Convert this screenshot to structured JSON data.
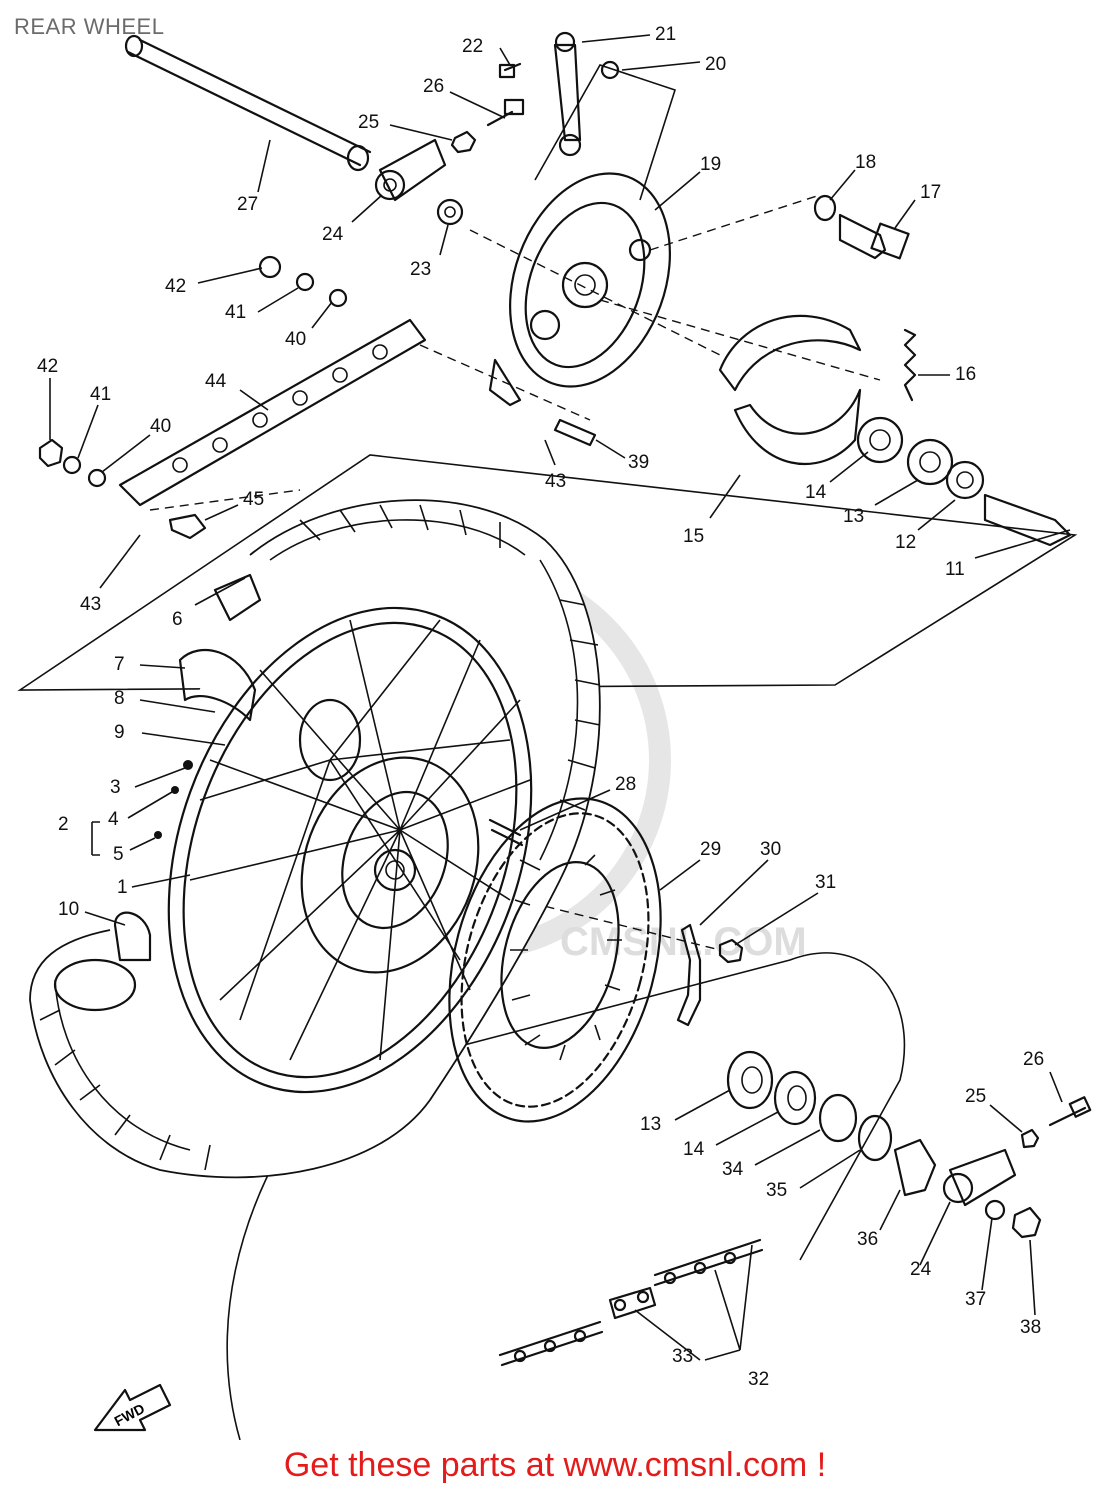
{
  "header": {
    "title": "REAR WHEEL"
  },
  "footer": {
    "text": "Get these parts at www.cmsnl.com !"
  },
  "watermark": {
    "text": "CMSNL.COM",
    "color": "#cfcfcf"
  },
  "colors": {
    "line": "#111111",
    "title": "#6b6b6b",
    "footer": "#e31b1b"
  },
  "fwd_arrow": {
    "label": "FWD"
  },
  "callouts": {
    "c1": "1",
    "c2": "2",
    "c3": "3",
    "c4": "4",
    "c5": "5",
    "c6": "6",
    "c7": "7",
    "c8": "8",
    "c9": "9",
    "c10": "10",
    "c11": "11",
    "c12": "12",
    "c13a": "13",
    "c13b": "13",
    "c14a": "14",
    "c14b": "14",
    "c15": "15",
    "c16": "16",
    "c17": "17",
    "c18": "18",
    "c19": "19",
    "c20": "20",
    "c21": "21",
    "c22": "22",
    "c23": "23",
    "c24a": "24",
    "c24b": "24",
    "c25a": "25",
    "c25b": "25",
    "c26a": "26",
    "c26b": "26",
    "c27": "27",
    "c28": "28",
    "c29": "29",
    "c30": "30",
    "c31": "31",
    "c32": "32",
    "c33": "33",
    "c34": "34",
    "c35": "35",
    "c36": "36",
    "c37": "37",
    "c38": "38",
    "c39": "39",
    "c40a": "40",
    "c40b": "40",
    "c41a": "41",
    "c41b": "41",
    "c42a": "42",
    "c42b": "42",
    "c43a": "43",
    "c43b": "43",
    "c44": "44",
    "c45": "45"
  }
}
